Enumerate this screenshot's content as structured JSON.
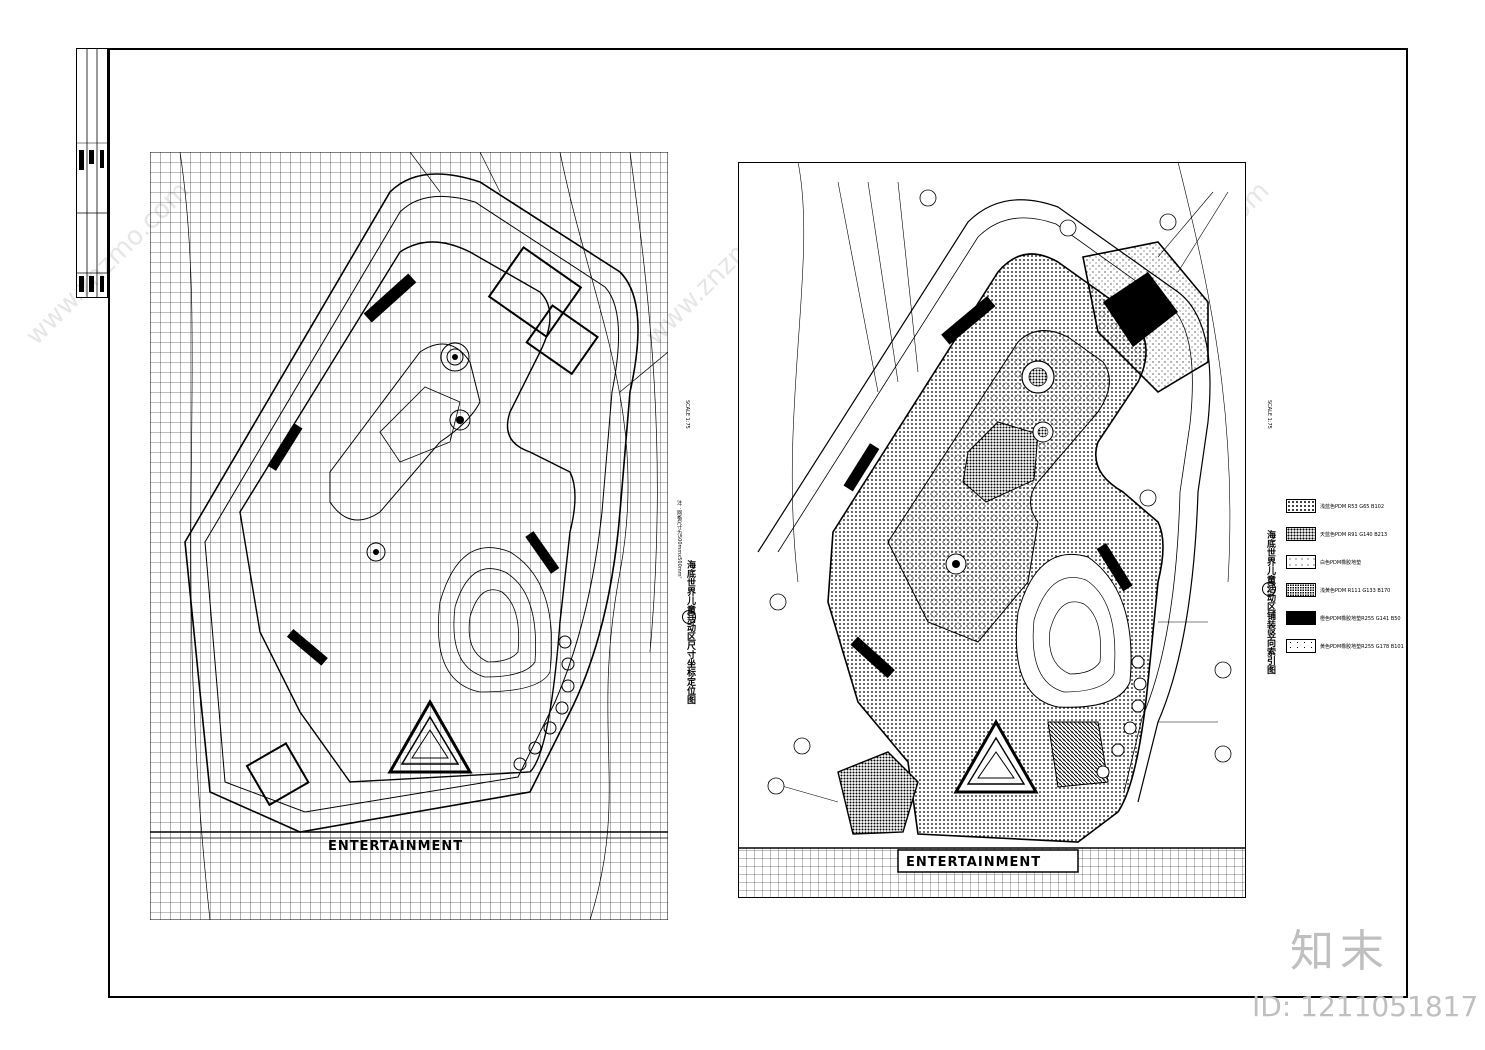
{
  "drawing": {
    "left_panel": {
      "caption": "海底世界儿童活动区尺寸坐标定位图",
      "scale": "SCALE 1:75",
      "number": "1",
      "note": "注：网格尺寸为500mmx500mm。",
      "entrance_text": "ENTERTAINMENT"
    },
    "right_panel": {
      "caption": "海底世界儿童活动区铺装竖向索引图",
      "scale": "SCALE 1:75",
      "number": "2",
      "entrance_text": "ENTERTAINMENT"
    },
    "legend": [
      {
        "label": "浅蓝色PDM R53 G65 B102",
        "pattern": "dots"
      },
      {
        "label": "天蓝色PDM R91 G140 B213",
        "pattern": "dense-dots"
      },
      {
        "label": "白色PDM橡胶地垫",
        "pattern": "speckle"
      },
      {
        "label": "浅黄色PDM R111 G133 B170",
        "pattern": "fine-dots"
      },
      {
        "label": "橙色PDM橡胶地垫R255 G141 B50",
        "pattern": "black"
      },
      {
        "label": "黄色PDM橡胶地垫R255 G178 B101",
        "pattern": "sparse"
      }
    ],
    "colors": {
      "ink": "#000000",
      "paper": "#ffffff",
      "watermark": "#bfbfbf"
    }
  },
  "watermark": {
    "logo": "知末",
    "id": "ID: 1211051817",
    "site": "www.znzmo.com"
  }
}
